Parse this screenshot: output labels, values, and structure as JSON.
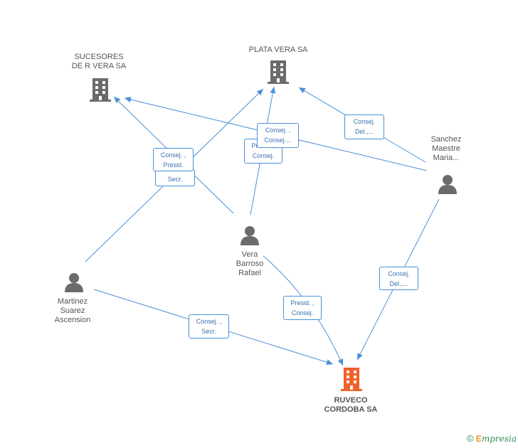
{
  "nodes": {
    "sucesores": {
      "label": "SUCESORES\nDE R VERA SA",
      "type": "company"
    },
    "plata": {
      "label": "PLATA VERA SA",
      "type": "company"
    },
    "sanchez": {
      "label": "Sanchez\nMaestre\nMaria...",
      "type": "person"
    },
    "vera": {
      "label": "Vera\nBarroso\nRafael",
      "type": "person"
    },
    "martinez": {
      "label": "Martinez\nSuarez\nAscension",
      "type": "person"
    },
    "ruveco": {
      "label": "RUVECO\nCORDOBA SA",
      "type": "main-company"
    }
  },
  "edges": {
    "vera_sucesores": "Consej. ,\nPresid.",
    "martinez_plata": "Secr.",
    "sanchez_sucesores": "Consej. ,\nConsej....",
    "vera_plata": "Presid. ,\nConsej.",
    "sanchez_plata": "Consej.\nDel.,...",
    "vera_ruveco": "Presid. ,\nConsej.",
    "sanchez_ruveco": "Consej.\nDel.,...",
    "martinez_ruveco": "Consej. ,\nSecr."
  },
  "colors": {
    "edge": "#4a90d9",
    "company": "#6b6b6b",
    "main": "#f0612b",
    "person": "#6b6b6b"
  },
  "footer": {
    "copyright": "©",
    "brand": "mpresia",
    "brand_initial": "E"
  }
}
